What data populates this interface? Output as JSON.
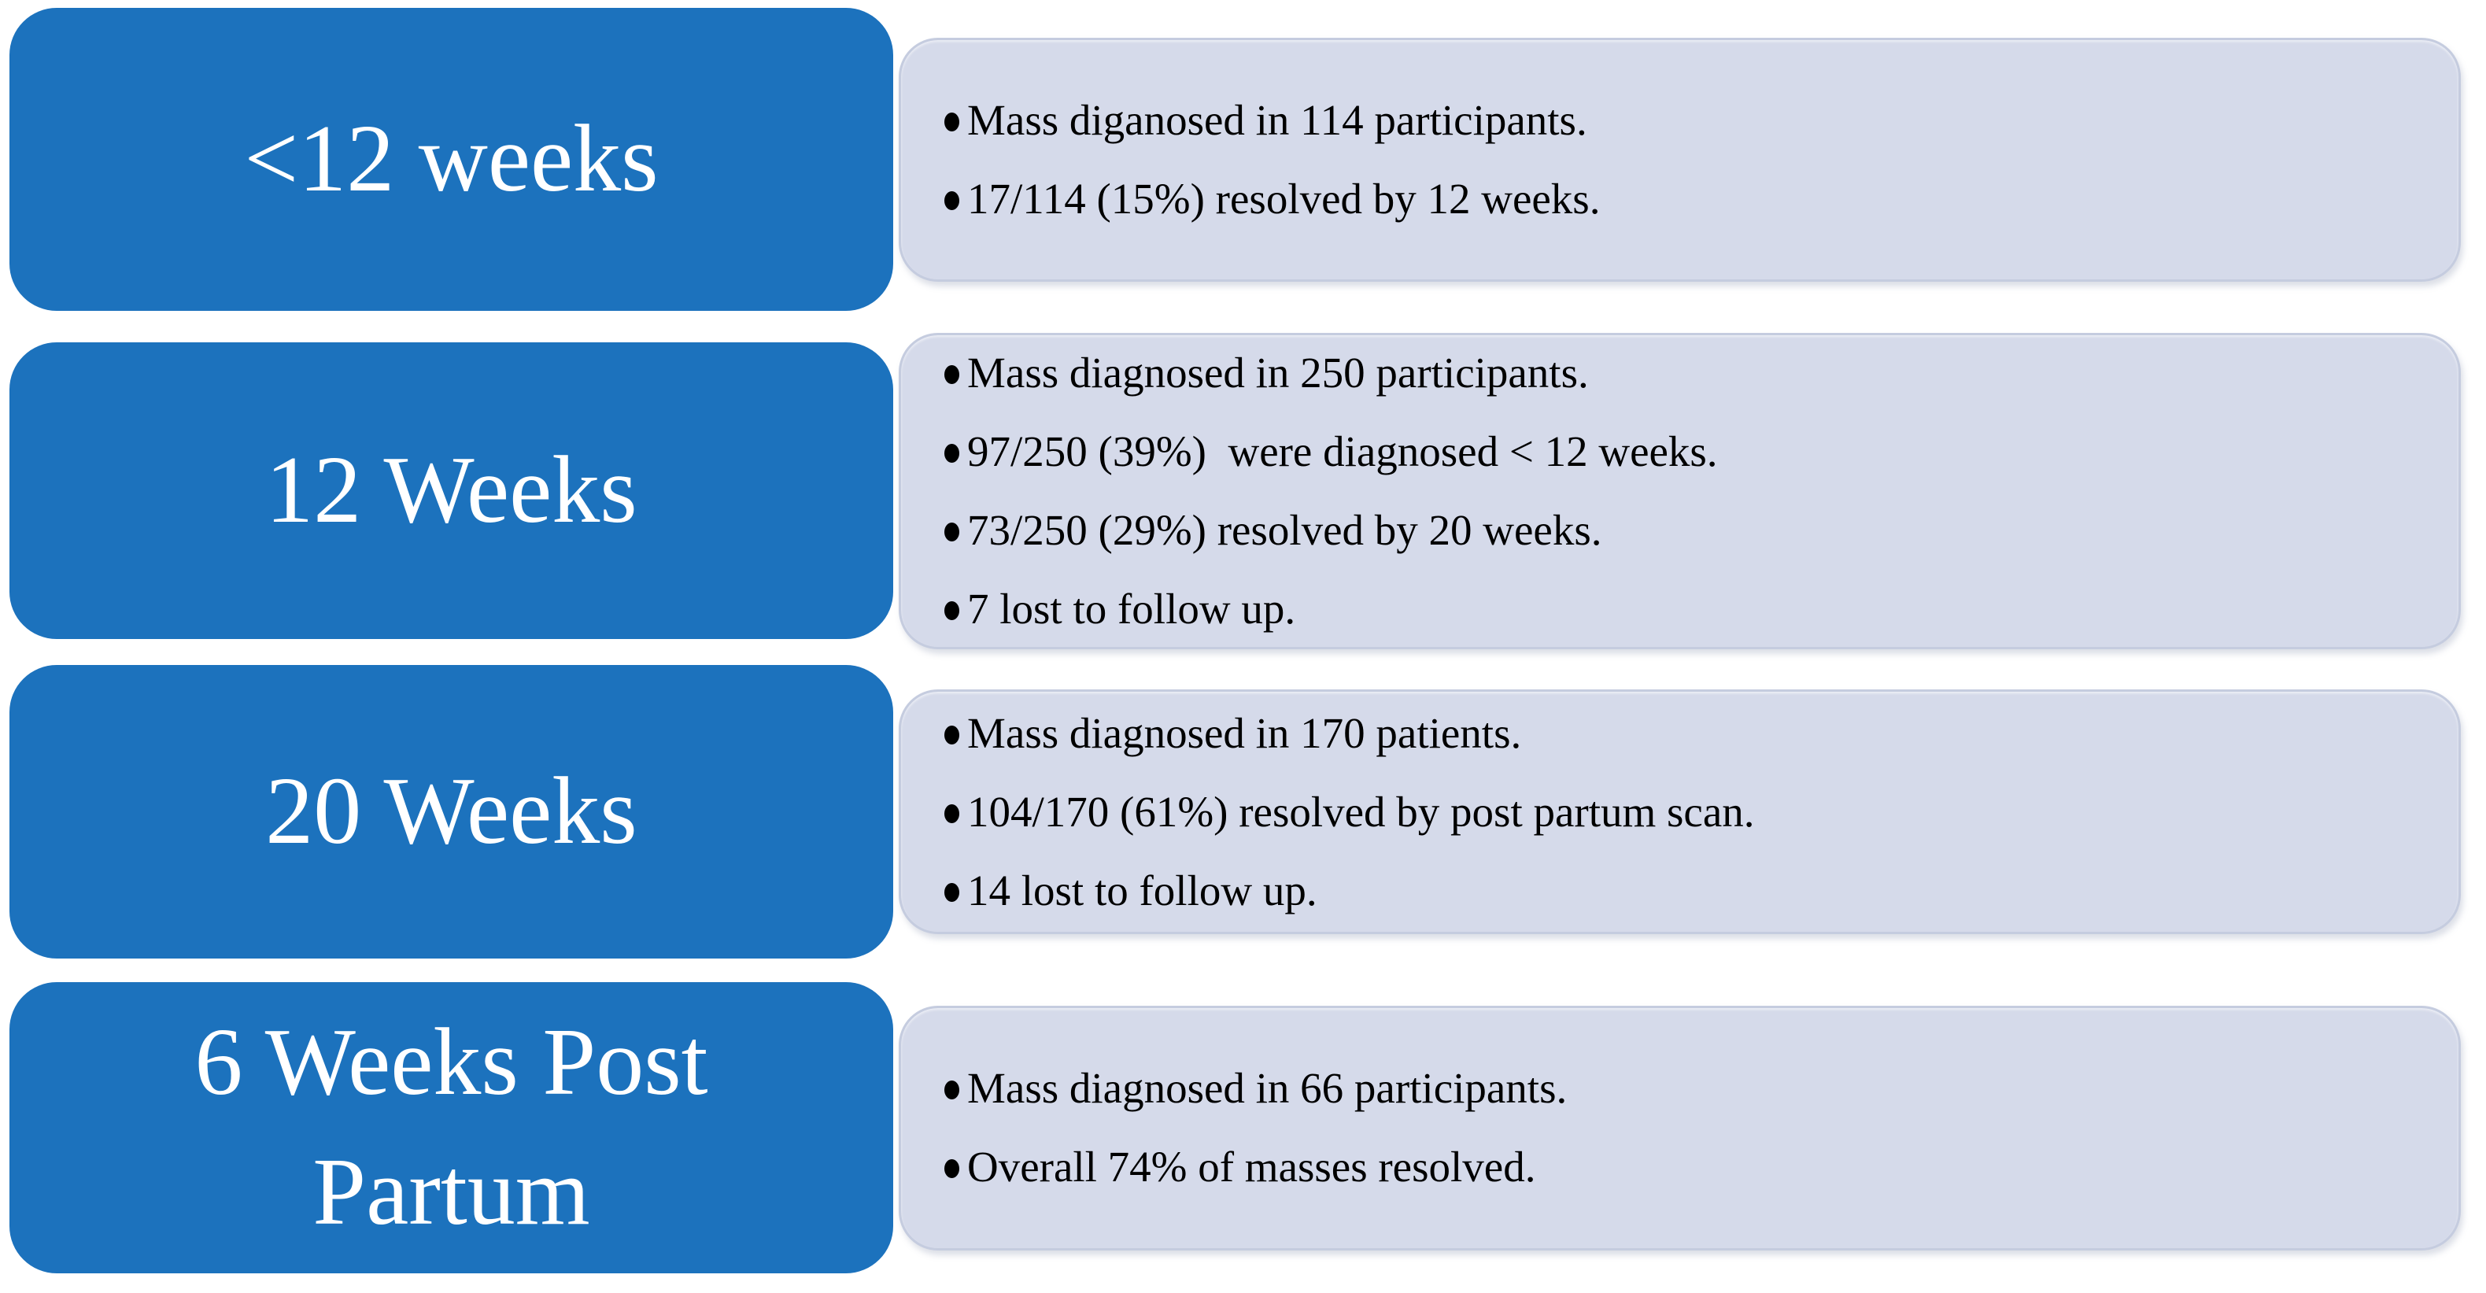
{
  "diagram": {
    "type": "vertical-stage-list",
    "colors": {
      "stage_fill": "#1c72bd",
      "stage_text": "#ffffff",
      "detail_fill": "#d5daea",
      "detail_border": "#c5ccdf",
      "detail_text": "#000000",
      "background": "#ffffff"
    },
    "rows": [
      {
        "label": "<12 weeks",
        "bullets": [
          "Mass diganosed in 114 participants.",
          "17/114 (15%) resolved by 12 weeks."
        ]
      },
      {
        "label": "12 Weeks",
        "bullets": [
          "Mass diagnosed in 250 participants.",
          "97/250 (39%)  were diagnosed < 12 weeks.",
          "73/250 (29%) resolved by 20 weeks.",
          "7 lost to follow up."
        ]
      },
      {
        "label": "20 Weeks",
        "bullets": [
          "Mass diagnosed in 170 patients.",
          "104/170 (61%) resolved by post partum scan.",
          "14 lost to follow up."
        ]
      },
      {
        "label": "6 Weeks Post Partum",
        "bullets": [
          "Mass diagnosed in 66 participants.",
          "Overall 74% of masses resolved."
        ]
      }
    ]
  }
}
